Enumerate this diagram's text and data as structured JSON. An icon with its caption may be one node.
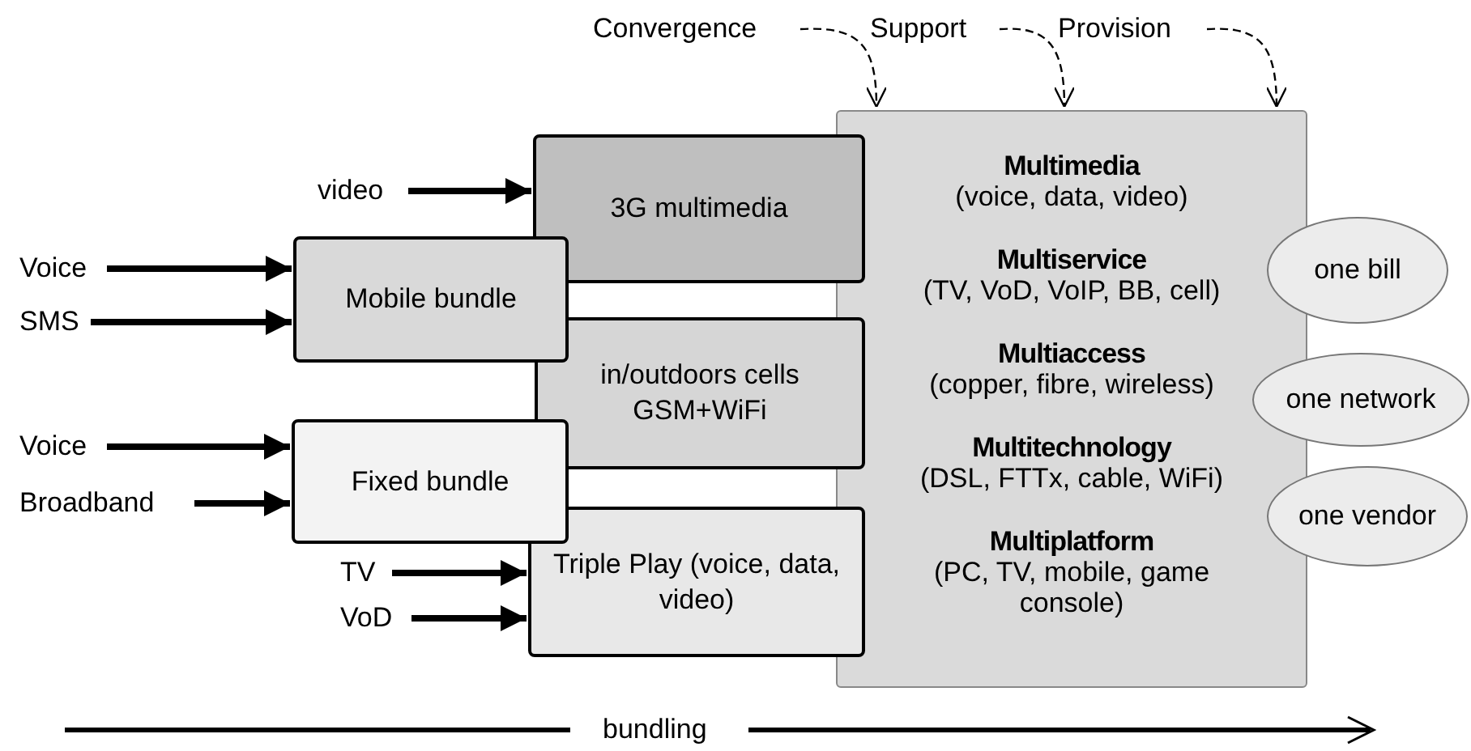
{
  "diagram": {
    "nodes": [
      {
        "text": [
          "Convergence"
        ]
      },
      {
        "text": [
          "Support"
        ]
      },
      {
        "text": [
          "Provision"
        ]
      },
      {
        "text": [
          "video"
        ]
      },
      {
        "text": [
          "3G multimedia"
        ]
      },
      {
        "text": [
          "Voice"
        ]
      },
      {
        "text": [
          "SMS"
        ]
      },
      {
        "text": [
          "Mobile bundle"
        ]
      },
      {
        "text": [
          "in/outdoors cells GSM+WiFi"
        ]
      },
      {
        "text": [
          "Voice"
        ]
      },
      {
        "text": [
          "Broadband"
        ]
      },
      {
        "text": [
          "Fixed bundle"
        ]
      },
      {
        "text": [
          "TV"
        ]
      },
      {
        "text": [
          "VoD"
        ]
      },
      {
        "text": [
          "Triple Play (voice, data, video)"
        ]
      },
      {
        "text": [
          "Multimedia",
          "(voice, data, video)",
          "Multiservice",
          "(TV, VoD, VoIP, BB, cell)",
          "Multiaccess",
          "(copper, fibre, wireless)",
          "Multitechnology",
          "(DSL, FTTx, cable, WiFi)",
          "Multiplatform",
          "(PC, TV, mobile, game console)"
        ]
      },
      {
        "text": [
          "one bill"
        ]
      },
      {
        "text": [
          "one network"
        ]
      },
      {
        "text": [
          "one vendor"
        ]
      }
    ],
    "edges": [
      {
        "from": 3,
        "to": 4,
        "arrow": "to"
      },
      {
        "from": 5,
        "to": 7,
        "arrow": "to"
      },
      {
        "from": 6,
        "to": 7,
        "arrow": "to"
      },
      {
        "from": 9,
        "to": 11,
        "arrow": "to"
      },
      {
        "from": 10,
        "to": 11,
        "arrow": "to"
      },
      {
        "from": 12,
        "to": 14,
        "arrow": "to"
      },
      {
        "from": 13,
        "to": 14,
        "arrow": "to"
      },
      {
        "from": 0,
        "to": 15,
        "arrow": "to",
        "style": "dashed"
      },
      {
        "from": 1,
        "to": 15,
        "arrow": "to",
        "style": "dashed"
      },
      {
        "from": 2,
        "to": 15,
        "arrow": "to",
        "style": "dashed"
      }
    ],
    "labels": [
      "bundling"
    ]
  }
}
